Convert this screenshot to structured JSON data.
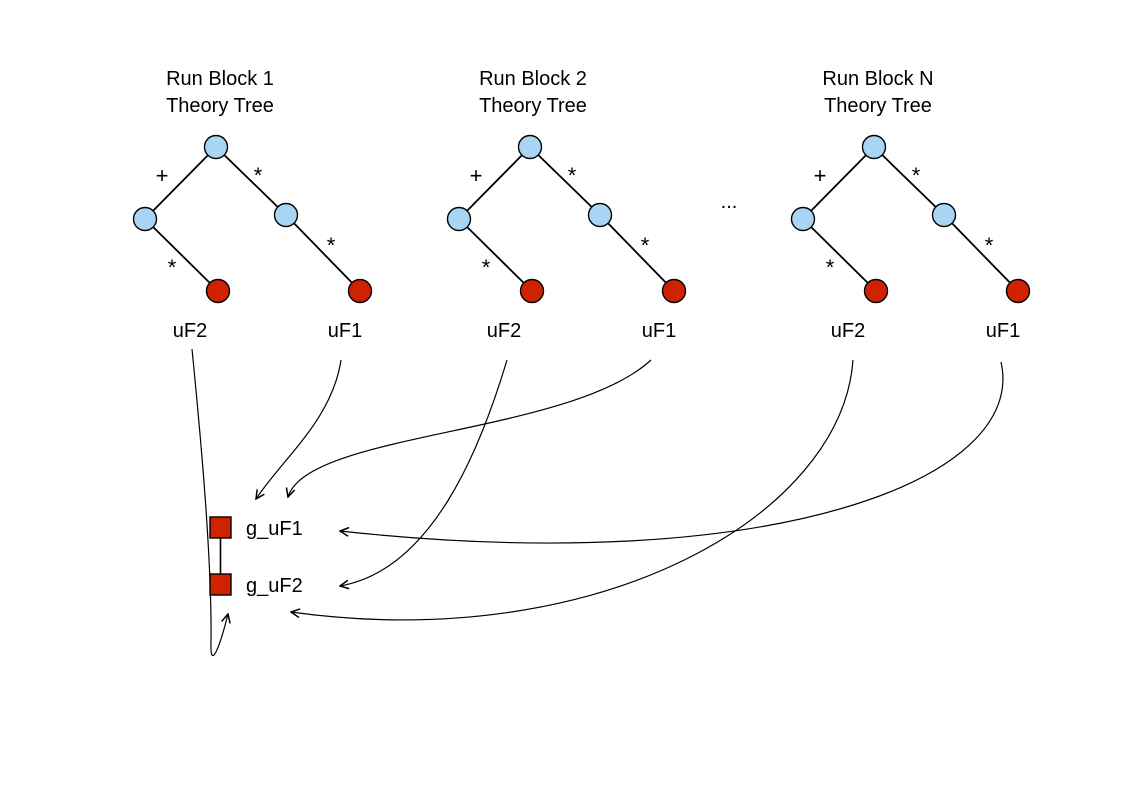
{
  "diagram": {
    "trees": [
      {
        "title1": "Run Block 1",
        "title2": "Theory Tree",
        "ops": {
          "root_left": "+",
          "root_right": "*",
          "left_leaf": "*",
          "right_leaf": "*"
        },
        "leaves": {
          "left": "uF2",
          "right": "uF1"
        }
      },
      {
        "title1": "Run Block 2",
        "title2": "Theory Tree",
        "ops": {
          "root_left": "+",
          "root_right": "*",
          "left_leaf": "*",
          "right_leaf": "*"
        },
        "leaves": {
          "left": "uF2",
          "right": "uF1"
        }
      },
      {
        "title1": "Run Block N",
        "title2": "Theory Tree",
        "ops": {
          "root_left": "+",
          "root_right": "*",
          "left_leaf": "*",
          "right_leaf": "*"
        },
        "leaves": {
          "left": "uF2",
          "right": "uF1"
        }
      }
    ],
    "ellipsis": "...",
    "global_nodes": {
      "g_uF1": "g_uF1",
      "g_uF2": "g_uF2"
    },
    "colors": {
      "internal_node": "#a9d5f5",
      "leaf_node": "#cf2201",
      "global_node": "#cf2201",
      "stroke": "#000000",
      "background": "#ffffff"
    },
    "connections": [
      {
        "from": "Run Block 1 uF1",
        "to": "g_uF1"
      },
      {
        "from": "Run Block 2 uF1",
        "to": "g_uF1"
      },
      {
        "from": "Run Block N uF1",
        "to": "g_uF1"
      },
      {
        "from": "Run Block 1 uF2",
        "to": "g_uF2"
      },
      {
        "from": "Run Block 2 uF2",
        "to": "g_uF2"
      },
      {
        "from": "Run Block N uF2",
        "to": "g_uF2"
      }
    ]
  }
}
